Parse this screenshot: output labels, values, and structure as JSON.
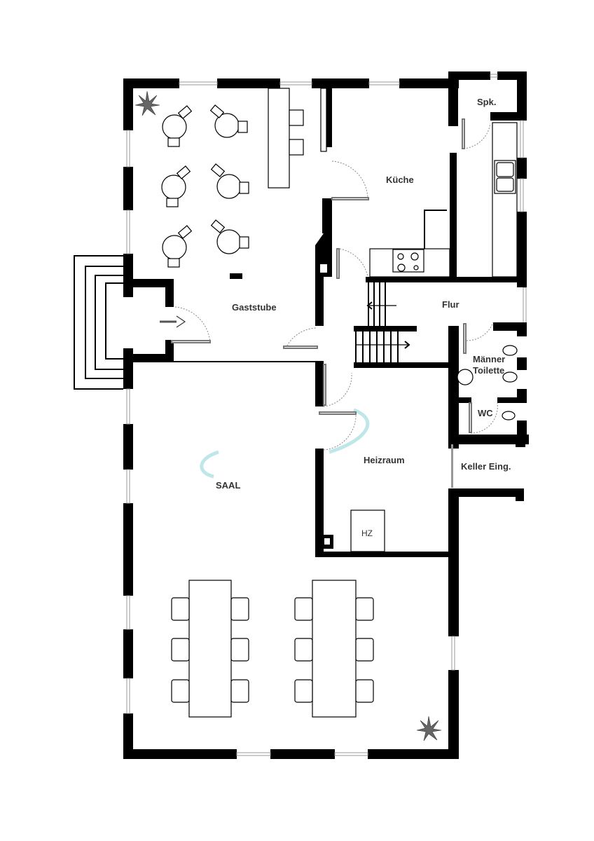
{
  "plan": {
    "rooms": {
      "spk": "Spk.",
      "kueche": "Küche",
      "gaststube": "Gaststube",
      "flur": "Flur",
      "maenner": "Männer",
      "toilette": "Toilette",
      "wc": "WC",
      "heizraum": "Heizraum",
      "keller": "Keller Eing.",
      "saal": "SAAL",
      "hz": "HZ"
    },
    "watermark_color": "#a8dde0"
  }
}
